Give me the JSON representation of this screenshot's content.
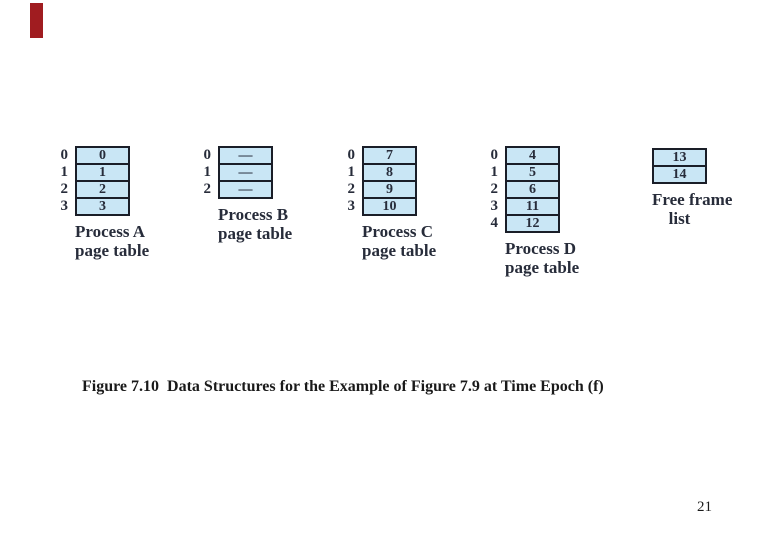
{
  "slide": {
    "caption": "Figure 7.10  Data Structures for the Example of Figure 7.9 at Time Epoch (f)",
    "page_number": "21"
  },
  "colors": {
    "accent": "#a01c20",
    "cell_fill": "#c9e6f5",
    "cell_border": "#1a1e28",
    "table_text": "#272c3a",
    "caption_text": "#1a1a1a"
  },
  "tables": {
    "a": {
      "label_line1": "Process A",
      "label_line2": "page table",
      "rows": [
        {
          "index": "0",
          "value": "0"
        },
        {
          "index": "1",
          "value": "1"
        },
        {
          "index": "2",
          "value": "2"
        },
        {
          "index": "3",
          "value": "3"
        }
      ]
    },
    "b": {
      "label_line1": "Process B",
      "label_line2": "page table",
      "rows": [
        {
          "index": "0",
          "value": "—"
        },
        {
          "index": "1",
          "value": "—"
        },
        {
          "index": "2",
          "value": "—"
        }
      ]
    },
    "c": {
      "label_line1": "Process C",
      "label_line2": "page table",
      "rows": [
        {
          "index": "0",
          "value": "7"
        },
        {
          "index": "1",
          "value": "8"
        },
        {
          "index": "2",
          "value": "9"
        },
        {
          "index": "3",
          "value": "10"
        }
      ]
    },
    "d": {
      "label_line1": "Process D",
      "label_line2": "page table",
      "rows": [
        {
          "index": "0",
          "value": "4"
        },
        {
          "index": "1",
          "value": "5"
        },
        {
          "index": "2",
          "value": "6"
        },
        {
          "index": "3",
          "value": "11"
        },
        {
          "index": "4",
          "value": "12"
        }
      ]
    },
    "free": {
      "label_line1": "Free frame",
      "label_line2": "list",
      "rows": [
        {
          "index": "",
          "value": "13"
        },
        {
          "index": "",
          "value": "14"
        }
      ]
    }
  }
}
